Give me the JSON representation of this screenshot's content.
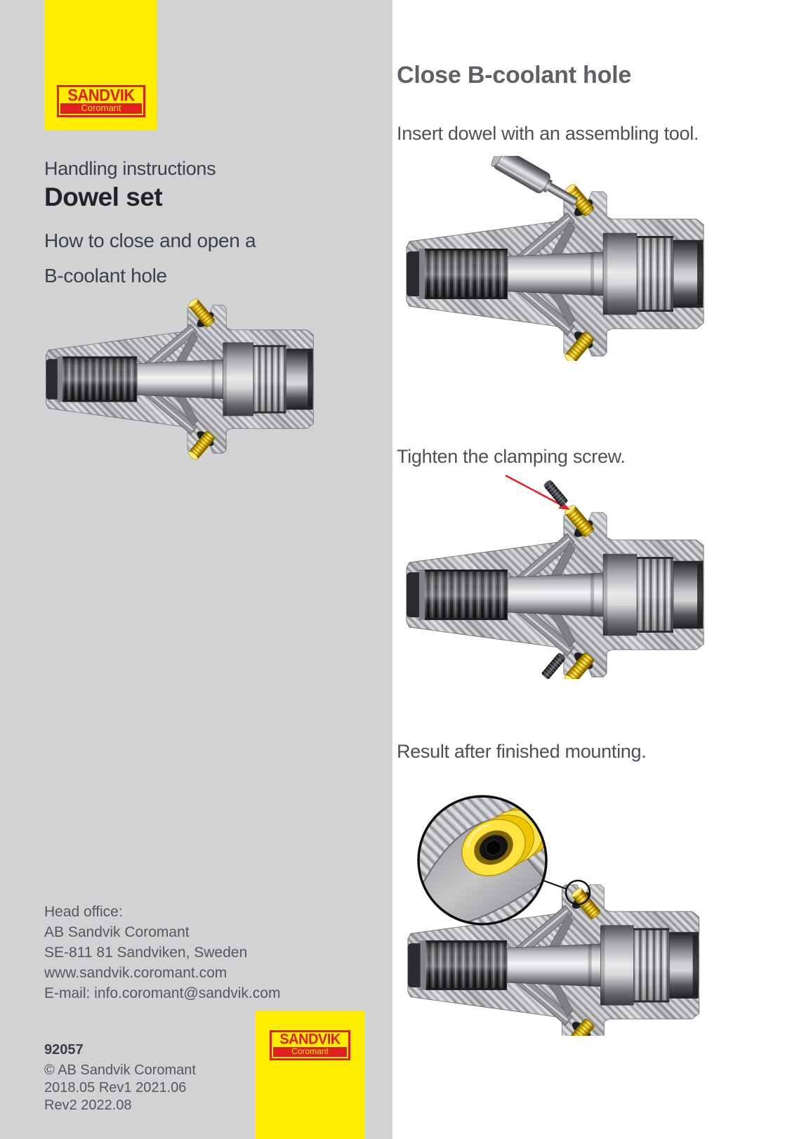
{
  "page": {
    "background": "#ffffff",
    "sidebar_bg": "#d1d2d4"
  },
  "brand": {
    "name": "SANDVIK",
    "sub": "Coromant",
    "yellow": "#ffed00",
    "red": "#e0201f"
  },
  "left": {
    "doc_type": "Handling instructions",
    "title": "Dowel set",
    "subtitle_lines": [
      "How to close and open a",
      "B-coolant hole"
    ],
    "address_lines": [
      "Head office:",
      "AB Sandvik Coromant",
      "SE-811 81 Sandviken, Sweden",
      "www.sandvik.coromant.com",
      "E-mail: info.coromant@sandvik.com"
    ],
    "doc_number": "92057",
    "copyright_lines": [
      "© AB Sandvik Coromant",
      "2018.05 Rev1 2021.06",
      "Rev2 2022.08"
    ]
  },
  "right": {
    "heading": "Close B-coolant hole",
    "steps": [
      "Insert dowel with an assembling tool.",
      "Tighten the clamping screw.",
      "Result after finished mounting."
    ]
  },
  "illustrations": {
    "overview": "tool-holder cross-section with two yellow coolant-hole dowels",
    "step1": "dowel pushed into B-coolant hole with assembling tool",
    "step2": "clamping screws tightened, red arrow showing direction",
    "step3": "magnified view of mounted dowel with hex socket"
  }
}
